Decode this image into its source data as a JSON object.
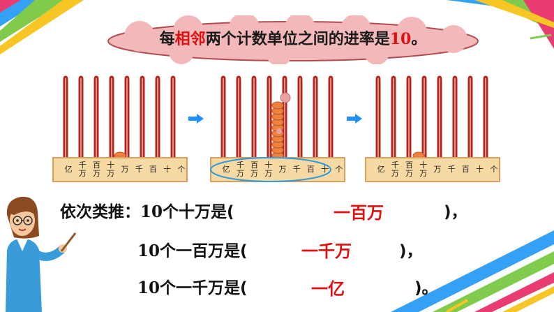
{
  "title": {
    "before": "每",
    "highlight": "相邻",
    "after": "两个计数单位之间的进率是",
    "number": "10",
    "end": "。"
  },
  "place_labels": [
    [
      "亿"
    ],
    [
      "千",
      "万"
    ],
    [
      "百",
      "万"
    ],
    [
      "十",
      "万"
    ],
    [
      "万"
    ],
    [
      "千"
    ],
    [
      "百"
    ],
    [
      "十"
    ],
    [
      "个"
    ]
  ],
  "colors": {
    "rod": "#b3261e",
    "frame": "#f6d9a3",
    "frame_border": "#d7a05c",
    "bead": "#f08040",
    "arrow": "#1e90ff",
    "answer": "#e01010",
    "highlight_oval": "#3399dd"
  },
  "lines": [
    {
      "prefix": "依次类推：",
      "num": "10",
      "mid": "个十万是(",
      "suffix": ")，",
      "answer": "一百万"
    },
    {
      "prefix": "",
      "num": "10",
      "mid": "个一百万是(",
      "suffix": ")，",
      "answer": "一千万"
    },
    {
      "prefix": "",
      "num": "10",
      "mid": "个一千万是(",
      "suffix": ")。",
      "answer": "一亿"
    }
  ]
}
